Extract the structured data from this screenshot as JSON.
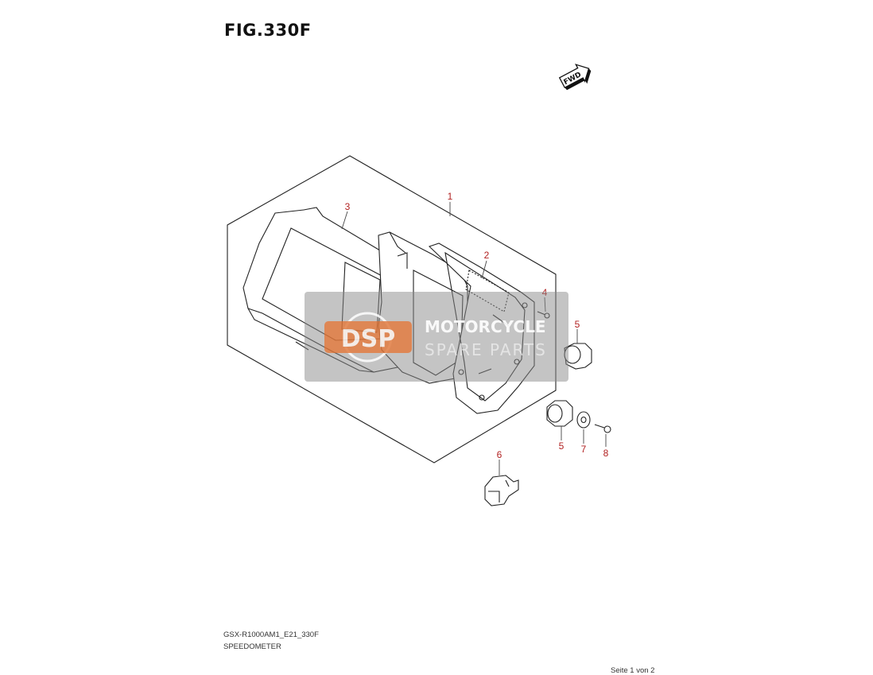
{
  "figure": {
    "title": "FIG.330F"
  },
  "direction_marker": {
    "label": "FWD",
    "icon": "fwd-arrow-icon"
  },
  "callouts": [
    {
      "id": "callout-1",
      "text": "1"
    },
    {
      "id": "callout-2",
      "text": "2"
    },
    {
      "id": "callout-3",
      "text": "3"
    },
    {
      "id": "callout-4",
      "text": "4"
    },
    {
      "id": "callout-5a",
      "text": "5"
    },
    {
      "id": "callout-5b",
      "text": "5"
    },
    {
      "id": "callout-6",
      "text": "6"
    },
    {
      "id": "callout-7",
      "text": "7"
    },
    {
      "id": "callout-8",
      "text": "8"
    }
  ],
  "watermark": {
    "brand": "MOTORCYCLE",
    "sub": "SPARE PARTS",
    "logo": "DSP"
  },
  "footer": {
    "model_code": "GSX-R1000AM1_E21_330F",
    "section_name": "SPEEDOMETER",
    "page_info": "Seite 1 von 2"
  },
  "colors": {
    "callout": "#b22222",
    "line": "#222222",
    "watermark_bg": "#8a8a8a",
    "watermark_logo": "#e8702a"
  }
}
